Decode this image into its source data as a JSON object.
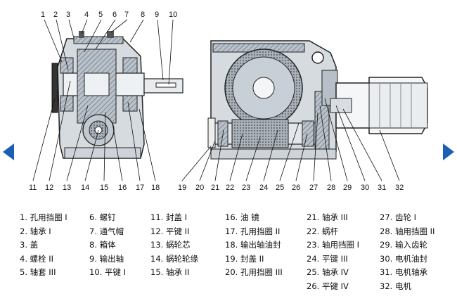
{
  "colors": {
    "accent": "#1a5fb4",
    "metal": "#8e9aa6",
    "housing": "#c7ced6",
    "dark": "#3a3f45"
  },
  "navigation": {
    "prev_icon": "chevron-left-icon",
    "next_icon": "chevron-right-icon"
  },
  "diagram": {
    "top_labels": [
      "1",
      "2",
      "3",
      "4",
      "5",
      "6",
      "7",
      "8",
      "9",
      "10"
    ],
    "bottom_labels_left": [
      "11",
      "12",
      "13",
      "14",
      "15",
      "16",
      "17",
      "18"
    ],
    "bottom_labels_right": [
      "19",
      "20",
      "21",
      "22",
      "23",
      "24",
      "25",
      "26",
      "27",
      "28",
      "29",
      "30",
      "31",
      "32"
    ]
  },
  "legend": {
    "col1": [
      "1. 孔用挡圈 I",
      "2. 轴承 I",
      "3. 盖",
      "4. 螺栓 II",
      "5. 轴套 III"
    ],
    "col2": [
      "6. 螺钉",
      "7. 通气帽",
      "8. 箱体",
      "9. 输出轴",
      "10. 平键 I"
    ],
    "col3": [
      "11. 封盖 I",
      "12. 平键 II",
      "13. 蜗轮芯",
      "14. 蜗轮轮缘",
      "15. 轴承 II"
    ],
    "col4": [
      "16. 油 镜",
      "17. 孔用挡圈 II",
      "18. 输出轴油封",
      "19. 封盖 II",
      "20. 孔用挡圈 III"
    ],
    "col5": [
      "21. 轴承 III",
      "22. 蜗杆",
      "23. 轴用挡圈 I",
      "24. 平键 III",
      "25. 轴承 IV",
      "26. 平键 IV"
    ],
    "col6": [
      "27. 齿轮 I",
      "28. 轴用挡圈 II",
      "29. 输入齿轮",
      "30. 电机油封",
      "31. 电机轴承",
      "32. 电机"
    ]
  }
}
